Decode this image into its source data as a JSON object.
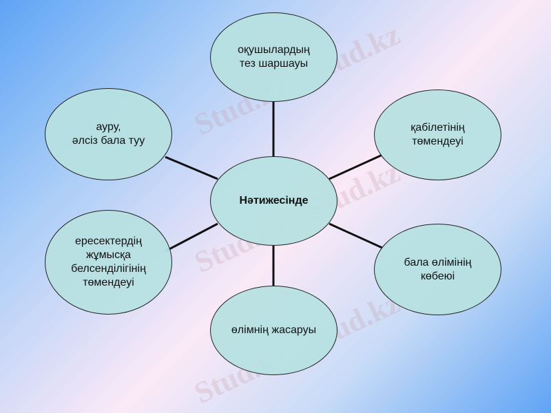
{
  "center": "Нәтижесінде",
  "nodes": {
    "top": "оқушылардың\nтез шаршауы",
    "right_top": "қабілетінің\nтөмендеуі",
    "right_bottom": "бала  өлімінің\nкөбеюі",
    "bottom": "өлімнің жасаруы",
    "left_bottom": "ересектердің\nжұмысқа\nбелсенділігінің\nтөмендеуі",
    "left_top": "ауру,\nәлсіз бала  туу"
  },
  "watermark": "Stud.kz - Stud.kz"
}
